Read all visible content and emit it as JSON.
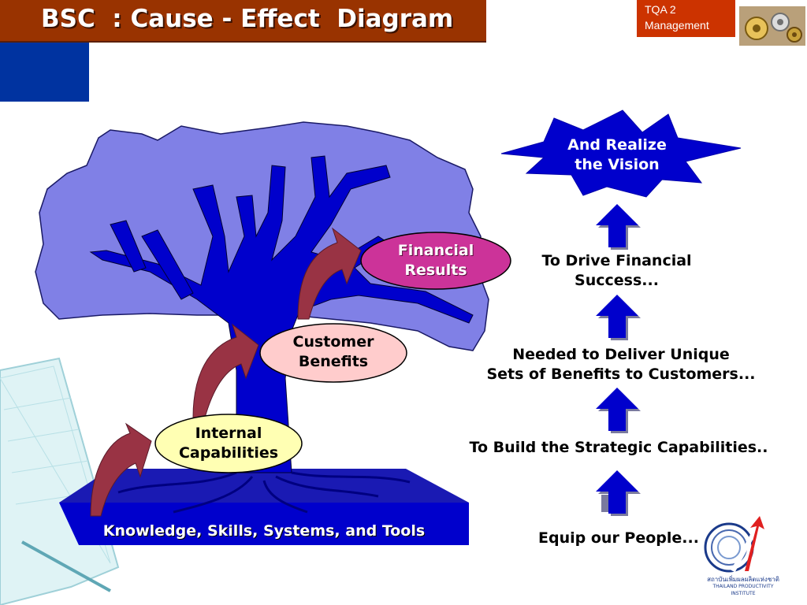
{
  "header": {
    "title": "BSC  : Cause - Effect  Diagram",
    "badge_line1": "TQA 2",
    "badge_line2": "Management"
  },
  "tree": {
    "base_label": "Knowledge, Skills, Systems, and Tools",
    "ovals": [
      {
        "line1": "Internal",
        "line2": "Capabilities",
        "fill": "#ffffb3"
      },
      {
        "line1": "Customer",
        "line2": "Benefits",
        "fill": "#ffcccc"
      },
      {
        "line1": "Financial",
        "line2": "Results",
        "fill": "#cc3399"
      }
    ]
  },
  "chain": {
    "vision_line1": "And Realize",
    "vision_line2": "the Vision",
    "step4_line1": "To Drive Financial",
    "step4_line2": "Success...",
    "step3_line1": "Needed to Deliver Unique",
    "step3_line2": "Sets of Benefits to Customers...",
    "step2": "To Build the Strategic Capabilities..",
    "step1": "Equip our People..."
  },
  "logo": {
    "thai_text": "สถาบันเพิ่มผลผลิตแห่งชาติ",
    "english_text": "THAILAND PRODUCTIVITY INSTITUTE"
  },
  "colors": {
    "title_bg": "#993300",
    "badge_bg": "#cc3300",
    "canopy": "#8080e6",
    "trunk": "#0000cc",
    "arrow": "#0000cc",
    "curved_arrow": "#993344"
  }
}
